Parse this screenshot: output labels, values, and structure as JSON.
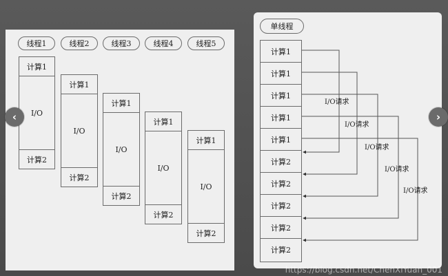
{
  "left_panel": {
    "threads": [
      {
        "label": "线程1",
        "compute1": "计算1",
        "io": "I/O",
        "compute2": "计算2"
      },
      {
        "label": "线程2",
        "compute1": "计算1",
        "io": "I/O",
        "compute2": "计算2"
      },
      {
        "label": "线程3",
        "compute1": "计算1",
        "io": "I/O",
        "compute2": "计算2"
      },
      {
        "label": "线程4",
        "compute1": "计算1",
        "io": "I/O",
        "compute2": "计算2"
      },
      {
        "label": "线程5",
        "compute1": "计算1",
        "io": "I/O",
        "compute2": "计算2"
      }
    ]
  },
  "right_panel": {
    "title": "单线程",
    "rows": [
      "计算1",
      "计算1",
      "计算1",
      "计算1",
      "计算1",
      "计算2",
      "计算2",
      "计算2",
      "计算2",
      "计算2"
    ],
    "io_requests": [
      "I/O请求",
      "I/O请求",
      "I/O请求",
      "I/O请求",
      "I/O请求"
    ]
  },
  "navigation": {
    "prev_icon": "chevron-left-icon",
    "next_icon": "chevron-right-icon",
    "prev_glyph": "‹",
    "next_glyph": "›"
  },
  "watermark": "https://blog.csdn.net/ChenXiYuan_001"
}
